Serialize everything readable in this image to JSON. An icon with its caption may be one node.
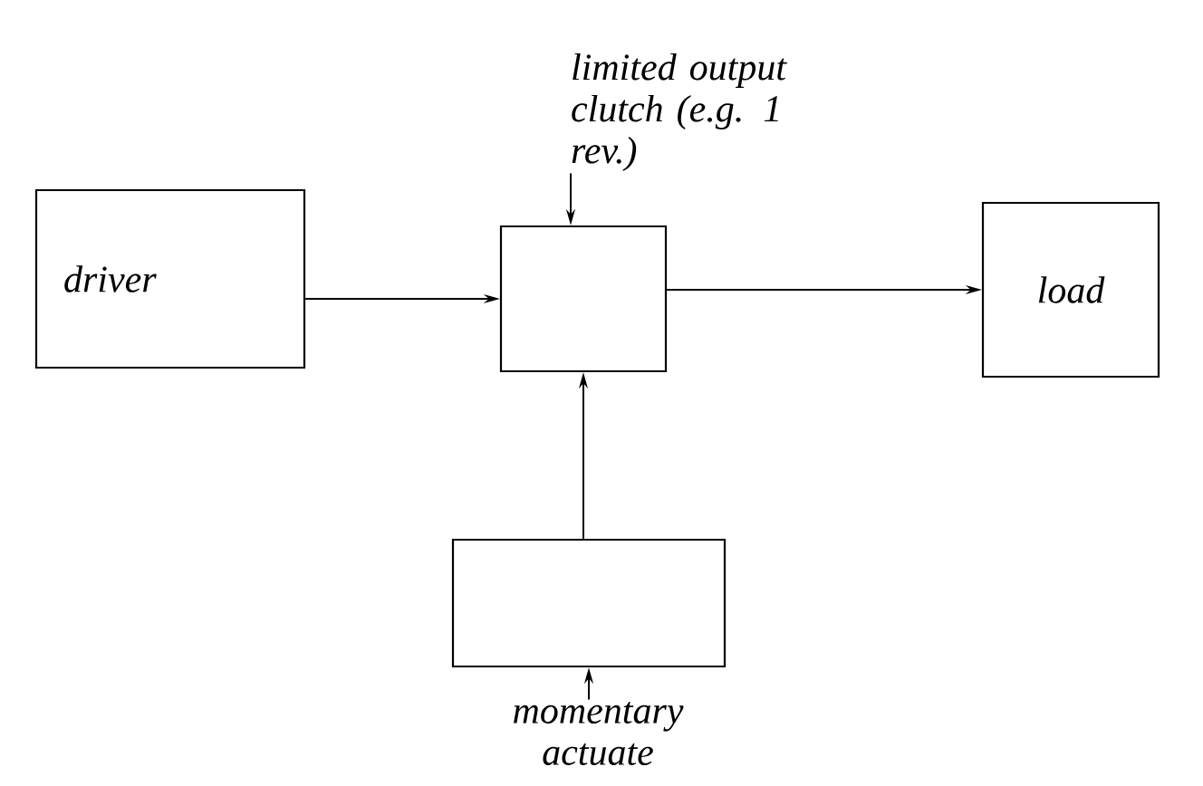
{
  "diagram": {
    "nodes": [
      {
        "text": [
          "driver"
        ]
      },
      {
        "text": [
          "limited output clutch (e.g. 1 rev.)"
        ]
      },
      {
        "text": [],
        "shape": "box"
      },
      {
        "text": [
          "load"
        ]
      },
      {
        "text": [],
        "shape": "box"
      },
      {
        "text": [
          "momentary actuate"
        ]
      }
    ],
    "edges": [
      {
        "from": 0,
        "to": 2,
        "arrow": "to"
      },
      {
        "from": 2,
        "to": 3,
        "arrow": "to"
      },
      {
        "from": 4,
        "to": 2,
        "arrow": "to"
      },
      {
        "from": 1,
        "to": 2,
        "arrow": "to"
      },
      {
        "from": 5,
        "to": 4,
        "arrow": "to"
      }
    ]
  }
}
